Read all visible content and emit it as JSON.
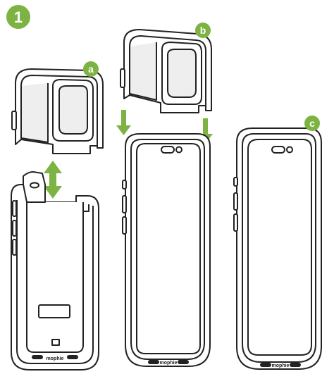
{
  "step": {
    "number": "1"
  },
  "labels": {
    "a": "a",
    "b": "b",
    "c": "c"
  },
  "brand": {
    "text": "mophie"
  },
  "colors": {
    "accent": "#7cb342",
    "line": "#222222",
    "fill": "#ffffff",
    "shade": "#eeeeee"
  },
  "icons": {
    "insert_arrow": "arrow-down-icon",
    "attach_detach_arrow": "double-arrow-vertical-icon"
  }
}
